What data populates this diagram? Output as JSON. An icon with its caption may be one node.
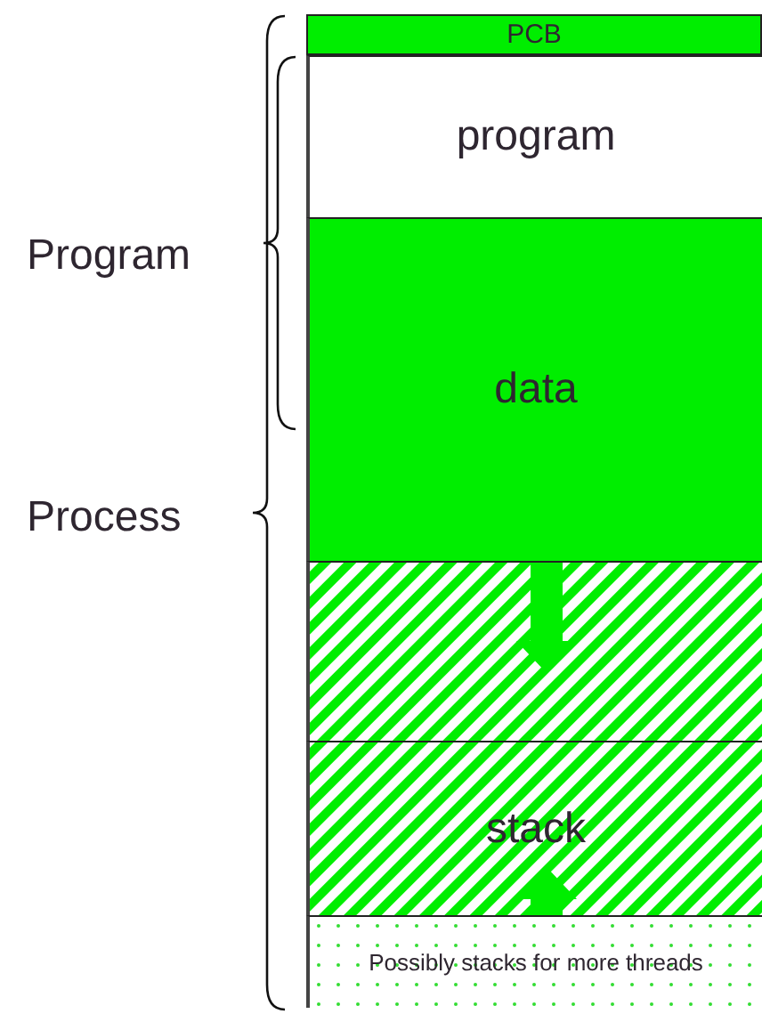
{
  "diagram": {
    "nodes": [
      {
        "text": [
          "PCB"
        ]
      },
      {
        "text": [
          "program"
        ]
      },
      {
        "text": [
          "data"
        ]
      },
      {
        "text": [],
        "shape": "box"
      },
      {
        "text": [
          "stack"
        ]
      },
      {
        "text": [
          "Possibly stacks for more threads"
        ]
      }
    ],
    "edges": [
      {
        "from": 2,
        "to": 3,
        "arrow": "to",
        "style": "thick"
      },
      {
        "from": 5,
        "to": 4,
        "arrow": "to",
        "style": "thick"
      }
    ],
    "labels": [
      "Program",
      "Process"
    ]
  }
}
